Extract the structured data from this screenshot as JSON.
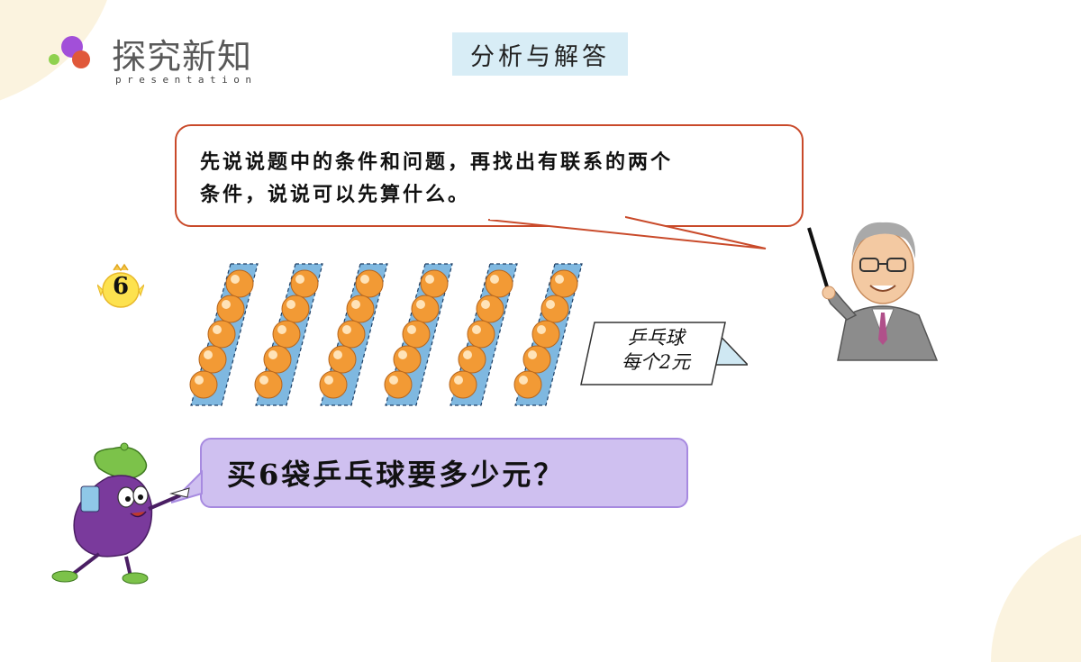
{
  "header": {
    "title": "探究新知",
    "subtitle": "presentation",
    "section_label": "分析与解答"
  },
  "speech_bubble": {
    "line1": "先说说题中的条件和问题，再找出有联系的两个",
    "line2": "条件，说说可以先算什么。"
  },
  "problem_badge": {
    "number": "6"
  },
  "price_card": {
    "line1": "乒乓球",
    "line2": "每个2元"
  },
  "question": {
    "text": "买6袋乒乓球要多少元？"
  },
  "illustration": {
    "bag_count": 6,
    "balls_per_bag": 5,
    "ball_color": "#f29a35",
    "bag_color": "#7fb8e0"
  },
  "colors": {
    "speech_border": "#c94a2a",
    "label_bg": "#d8edf6",
    "question_bg": "#cfc0f0"
  }
}
